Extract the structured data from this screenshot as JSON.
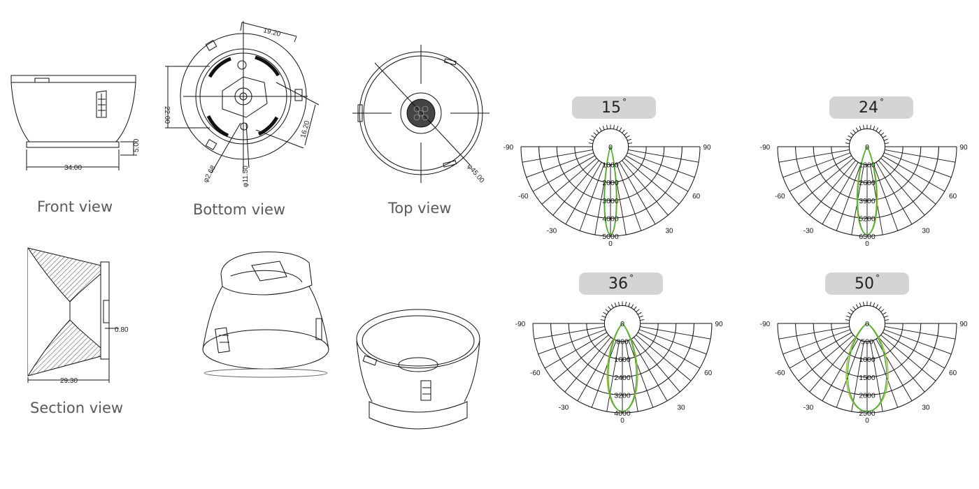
{
  "views": {
    "front": "Front view",
    "bottom": "Bottom view",
    "top": "Top view",
    "section": "Section view"
  },
  "dimensions": {
    "front_width": "34.00",
    "front_height": "5.00",
    "bottom_19": "19.20",
    "bottom_22": "22.00",
    "bottom_16": "16.20",
    "bottom_hole": "φ2.68",
    "bottom_dia": "φ11.50",
    "top_dia": "φ45.00",
    "section_width": "29.30",
    "section_step": "0.80"
  },
  "polar_angle_labels": {
    "left_90": "-90",
    "right_90": "90",
    "left_60": "-60",
    "right_60": "60",
    "left_30": "-30",
    "right_30": "30",
    "bottom_0": "0"
  },
  "chart_data": [
    {
      "type": "polar",
      "title": "15",
      "title_unit": "°",
      "radial_labels": [
        "0",
        "1000",
        "2000",
        "3000",
        "4000",
        "5000"
      ],
      "rmax": 5000,
      "beam_angle_deg": 15
    },
    {
      "type": "polar",
      "title": "24",
      "title_unit": "°",
      "radial_labels": [
        "0",
        "1300",
        "2600",
        "3900",
        "5200",
        "6500"
      ],
      "rmax": 6500,
      "beam_angle_deg": 24
    },
    {
      "type": "polar",
      "title": "36",
      "title_unit": "°",
      "radial_labels": [
        "0",
        "800",
        "1600",
        "2400",
        "3200",
        "4000"
      ],
      "rmax": 4000,
      "beam_angle_deg": 36
    },
    {
      "type": "polar",
      "title": "50",
      "title_unit": "°",
      "radial_labels": [
        "0",
        "500",
        "1000",
        "1500",
        "2000",
        "2500"
      ],
      "rmax": 2500,
      "beam_angle_deg": 50
    }
  ],
  "colors": {
    "curve_c0": "#3fae2a",
    "curve_c90": "#a3b33a",
    "line": "#111111",
    "badge": "#d4d4d4"
  }
}
